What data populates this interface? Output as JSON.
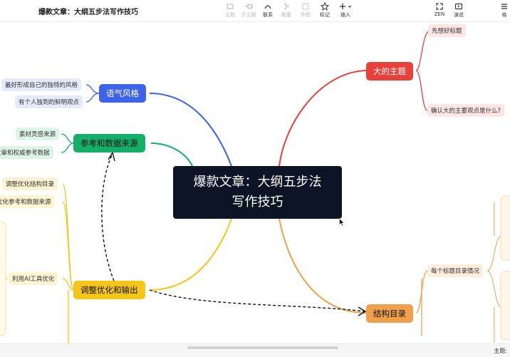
{
  "doc_title": "爆款文章：大纲五步法写作技巧",
  "toolbar": {
    "items": [
      {
        "label": "主题",
        "icon": "topic-icon",
        "enabled": false
      },
      {
        "label": "子主题",
        "icon": "subtopic-icon",
        "enabled": false
      },
      {
        "label": "联系",
        "icon": "relation-icon",
        "enabled": true
      },
      {
        "label": "概要",
        "icon": "summary-icon",
        "enabled": false
      },
      {
        "label": "外框",
        "icon": "boundary-icon",
        "enabled": false
      },
      {
        "label": "标记",
        "icon": "star-icon",
        "enabled": true
      },
      {
        "label": "插入",
        "icon": "plus-icon",
        "enabled": true
      },
      {
        "label": "ZEN",
        "icon": "fullscreen-icon",
        "enabled": true
      },
      {
        "label": "演说",
        "icon": "play-icon",
        "enabled": true
      },
      {
        "label": "格",
        "icon": "format-icon",
        "enabled": true
      }
    ]
  },
  "central": {
    "line1": "爆款文章：大纲五步法",
    "line2": "写作技巧"
  },
  "branches": {
    "big_topic": {
      "label": "大的主题",
      "color": "#e8413c",
      "children": [
        "先想好标题",
        "确认大的主要观点是什么?"
      ]
    },
    "structure": {
      "label": "结构目录",
      "color": "#f0a04b",
      "children": [
        "每个标题目录情况"
      ]
    },
    "tone": {
      "label": "语气风格",
      "color": "#3d63e8",
      "children": [
        "最好形成自己的独特的风格",
        "有个人独到的鲜明观点"
      ]
    },
    "references": {
      "label": "参考和数据来源",
      "color": "#14b06a",
      "children": [
        "素材灵感来源",
        "文章和权威参考数据"
      ]
    },
    "adjust": {
      "label": "调整优化和输出",
      "color": "#f5c518",
      "children": [
        "调整优化结构目录",
        "优化参考和数据来源",
        "利用AI工具优化"
      ]
    }
  },
  "bottom": {
    "theme_label": "主题:"
  }
}
